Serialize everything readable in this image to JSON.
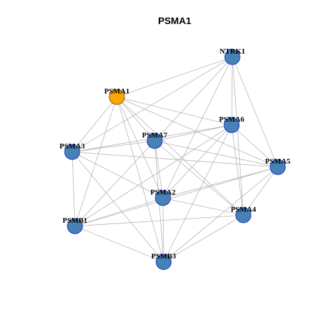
{
  "title": "PSMA1",
  "colors": {
    "node_default": "#4682b4",
    "node_highlight": "#ffa500",
    "node_border": "#1a36c8",
    "edge": "#b3b3b3"
  },
  "nodes": [
    {
      "id": "NTRK1",
      "label": "NTRK1",
      "highlight": false
    },
    {
      "id": "PSMA1",
      "label": "PSMA1",
      "highlight": true
    },
    {
      "id": "PSMA6",
      "label": "PSMA6",
      "highlight": false
    },
    {
      "id": "PSMA7",
      "label": "PSMA7",
      "highlight": false
    },
    {
      "id": "PSMA3",
      "label": "PSMA3",
      "highlight": false
    },
    {
      "id": "PSMA5",
      "label": "PSMA5",
      "highlight": false
    },
    {
      "id": "PSMA2",
      "label": "PSMA2",
      "highlight": false
    },
    {
      "id": "PSMA4",
      "label": "PSMA4",
      "highlight": false
    },
    {
      "id": "PSMB1",
      "label": "PSMB1",
      "highlight": false
    },
    {
      "id": "PSMB3",
      "label": "PSMB3",
      "highlight": false
    }
  ],
  "edges": [
    [
      "NTRK1",
      "PSMA1"
    ],
    [
      "NTRK1",
      "PSMA3"
    ],
    [
      "NTRK1",
      "PSMA6"
    ],
    [
      "NTRK1",
      "PSMA5"
    ],
    [
      "NTRK1",
      "PSMA4"
    ],
    [
      "NTRK1",
      "PSMA2"
    ],
    [
      "NTRK1",
      "PSMA7"
    ],
    [
      "PSMA1",
      "PSMA3"
    ],
    [
      "PSMA1",
      "PSMA7"
    ],
    [
      "PSMA1",
      "PSMA6"
    ],
    [
      "PSMA1",
      "PSMA5"
    ],
    [
      "PSMA1",
      "PSMA2"
    ],
    [
      "PSMA1",
      "PSMA4"
    ],
    [
      "PSMA1",
      "PSMB1"
    ],
    [
      "PSMA1",
      "PSMB3"
    ],
    [
      "PSMA3",
      "PSMA7"
    ],
    [
      "PSMA3",
      "PSMA6"
    ],
    [
      "PSMA3",
      "PSMA5"
    ],
    [
      "PSMA3",
      "PSMA2"
    ],
    [
      "PSMA3",
      "PSMB1"
    ],
    [
      "PSMA3",
      "PSMB3"
    ],
    [
      "PSMA7",
      "PSMA6"
    ],
    [
      "PSMA7",
      "PSMA5"
    ],
    [
      "PSMA7",
      "PSMA2"
    ],
    [
      "PSMA7",
      "PSMA4"
    ],
    [
      "PSMA7",
      "PSMB1"
    ],
    [
      "PSMA7",
      "PSMB3"
    ],
    [
      "PSMA6",
      "PSMA5"
    ],
    [
      "PSMA6",
      "PSMA2"
    ],
    [
      "PSMA6",
      "PSMA4"
    ],
    [
      "PSMA6",
      "PSMB1"
    ],
    [
      "PSMA6",
      "PSMB3"
    ],
    [
      "PSMA5",
      "PSMA2"
    ],
    [
      "PSMA5",
      "PSMA4"
    ],
    [
      "PSMA5",
      "PSMB1"
    ],
    [
      "PSMA5",
      "PSMB3"
    ],
    [
      "PSMA2",
      "PSMA4"
    ],
    [
      "PSMA2",
      "PSMB1"
    ],
    [
      "PSMA2",
      "PSMB3"
    ],
    [
      "PSMA4",
      "PSMB1"
    ],
    [
      "PSMA4",
      "PSMB3"
    ],
    [
      "PSMB1",
      "PSMB3"
    ]
  ]
}
